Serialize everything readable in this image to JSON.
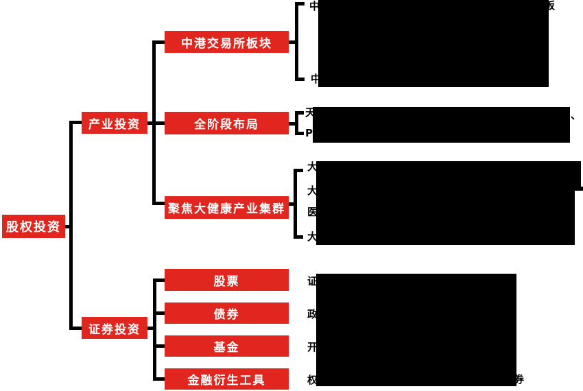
{
  "diagram": {
    "title_hint": "equity investment tree diagram",
    "root": {
      "label": "股权投资"
    },
    "branch_industry": {
      "label": "产业投资"
    },
    "branch_securities": {
      "label": "证券投资"
    },
    "node_hk": {
      "label": "中港交易所板块"
    },
    "node_allstage": {
      "label": "全阶段布局"
    },
    "node_health": {
      "label": "聚焦大健康产业集群"
    },
    "node_stock": {
      "label": "股票"
    },
    "node_bond": {
      "label": "债券"
    },
    "node_fund": {
      "label": "基金"
    },
    "node_deriv": {
      "label": "金融衍生工具"
    },
    "hk_lines": {
      "line1_prefix": "中",
      "line1_suffix": "板",
      "line2_prefix": "中",
      "redacted": true
    },
    "allstage_lines": {
      "line1_prefix": "天",
      "line1_suffix": "、",
      "line2_prefix": "P",
      "redacted": true
    },
    "health_lines": {
      "line1_prefix": "大",
      "line2_prefix": "大",
      "line3_prefix": "医",
      "line4_prefix": "大",
      "redacted": true
    },
    "securities_lines": {
      "stock_prefix": "证",
      "bond_prefix": "政",
      "fund_prefix": "开",
      "deriv_prefix": "权",
      "deriv_suffix": "券",
      "redacted": true
    },
    "colors": {
      "node_red": "#e0261e",
      "node_text": "#ffffff",
      "connector": "#000000",
      "redaction": "#000000"
    }
  }
}
